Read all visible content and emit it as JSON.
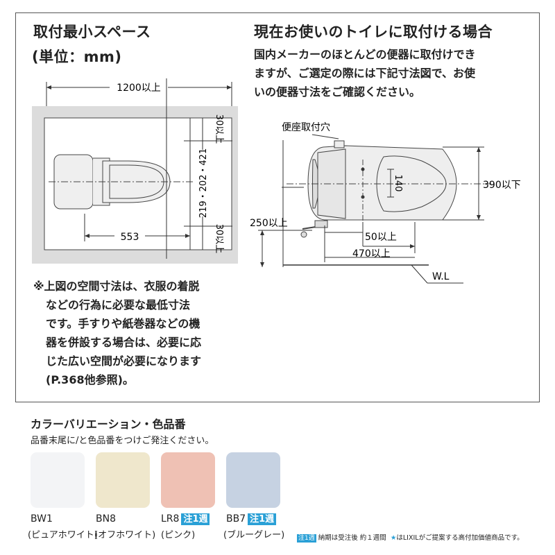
{
  "left_section": {
    "title": "取付最小スペース",
    "unit": "(単位：mm)",
    "dim_width": "1200以上",
    "dim_top_gap": "30以上",
    "dim_center": "219・202・421",
    "dim_bottom_gap": "30以上",
    "dim_depth": "553",
    "note_lines": [
      "※上図の空間寸法は、衣服の着脱",
      "などの行為に必要な最低寸法",
      "です。手すりや紙巻器などの機",
      "器を併設する場合は、必要に応",
      "じた広い空間が必要になります",
      "(P.368他参照)。"
    ]
  },
  "right_section": {
    "title": "現在お使いのトイレに取付ける場合",
    "body_lines": [
      "国内メーカーのほとんどの便器に取付けでき",
      "ますが、ご選定の際には下記寸法図で、お使",
      "いの便器寸法をご確認ください。"
    ],
    "label_hole": "便座取付穴",
    "dim_140": "140",
    "dim_390": "390以下",
    "dim_250": "250以上",
    "dim_50": "50以上",
    "dim_470": "470以上",
    "label_wl": "W.L"
  },
  "colors_section": {
    "title": "カラーバリエーション・色品番",
    "subtitle": "品番末尾に/と色品番をつけご発注ください。",
    "swatches": [
      {
        "code": "BW1",
        "name": "(ピュアホワイト)",
        "tag": "",
        "color": "#f3f4f6"
      },
      {
        "code": "BN8",
        "name": "(オフホワイト)",
        "tag": "",
        "color": "#efe7cc"
      },
      {
        "code": "LR8",
        "name": "(ピンク)",
        "tag": "注1週",
        "color": "#efc1b4"
      },
      {
        "code": "BB7",
        "name": "(ブルーグレー)",
        "tag": "注1週",
        "color": "#c6d2e2"
      }
    ],
    "footnote_tag": "注1週",
    "footnote_text": "納期は受注後 約１週間",
    "footnote_star": "★",
    "footnote_star_text": "はLIXILがご提案する高付加価値商品です。"
  }
}
